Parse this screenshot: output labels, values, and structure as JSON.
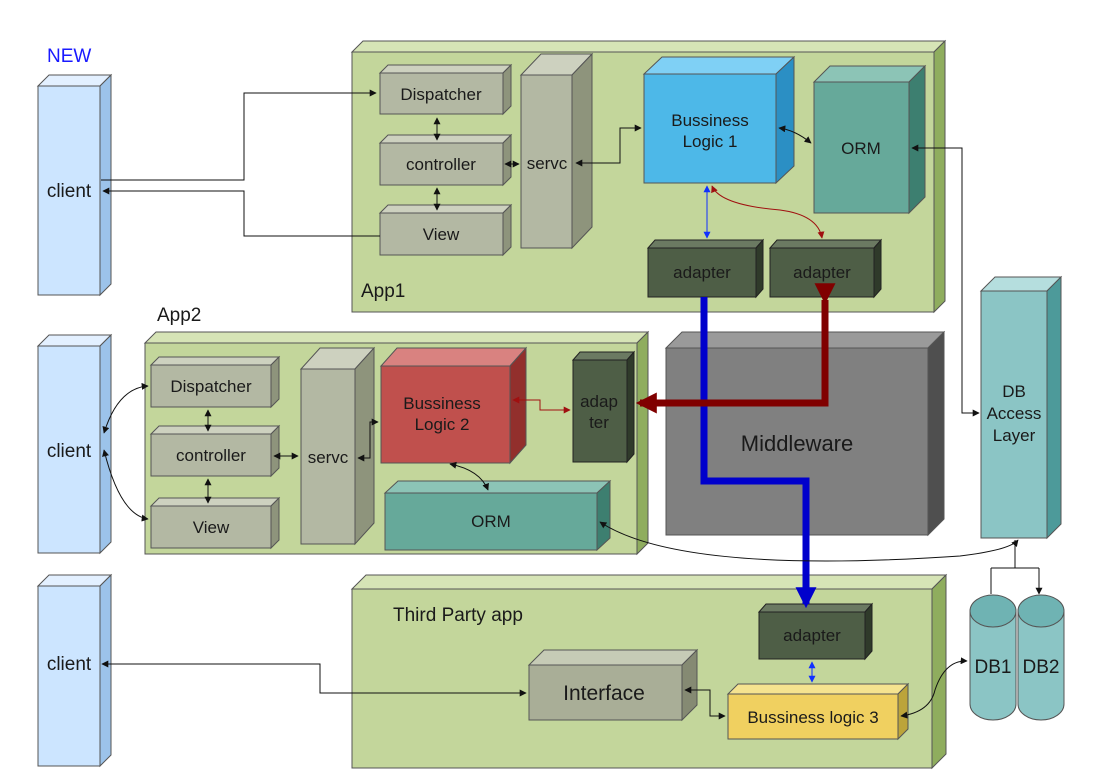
{
  "labels": {
    "new": "NEW",
    "app1": "App1",
    "app2": "App2",
    "third_party": "Third Party app",
    "middleware": "Middleware",
    "db1": "DB1",
    "db2": "DB2"
  },
  "clients": [
    "client",
    "client",
    "client"
  ],
  "app1": {
    "dispatcher": "Dispatcher",
    "controller": "controller",
    "view": "View",
    "servc": "servc",
    "logic_line1": "Bussiness",
    "logic_line2": "Logic 1",
    "orm": "ORM",
    "adapter1": "adapter",
    "adapter2": "adapter"
  },
  "app2": {
    "dispatcher": "Dispatcher",
    "controller": "controller",
    "view": "View",
    "servc": "servc",
    "logic_line1": "Bussiness",
    "logic_line2": "Logic 2",
    "orm": "ORM",
    "adapter_line1": "adap",
    "adapter_line2": "ter"
  },
  "third_party": {
    "adapter": "adapter",
    "interface": "Interface",
    "logic": "Bussiness logic 3"
  },
  "db_access": {
    "line1": "DB",
    "line2": "Access",
    "line3": "Layer"
  },
  "colors": {
    "app_container": "#c3d69b",
    "client": "#cce5ff",
    "gray_box": "#b3b8a3",
    "logic1": "#4db8e8",
    "logic2": "#c0504d",
    "logic3": "#f0d060",
    "orm": "#66a99a",
    "adapter": "#4e5e46",
    "middleware": "#808080",
    "db_access": "#8bc5c5",
    "db": "#8bc5c5",
    "flow_blue": "#0000cc",
    "flow_red": "#800000"
  }
}
